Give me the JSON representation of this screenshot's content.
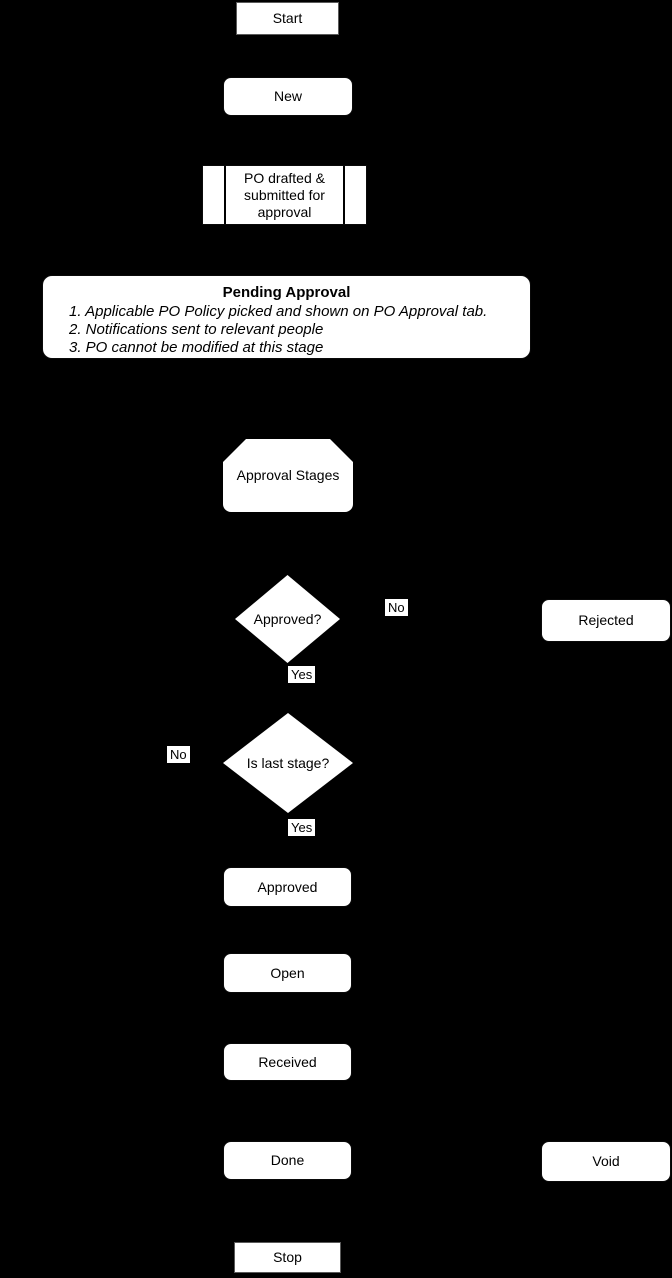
{
  "diagram": {
    "background": "#000000",
    "shape_fill": "#ffffff",
    "text_color": "#000000",
    "nodes": {
      "start": {
        "shape": "rectangle",
        "label": "Start"
      },
      "new": {
        "shape": "rounded-rectangle",
        "label": "New"
      },
      "po_drafted": {
        "shape": "process",
        "label": "PO drafted & submitted for approval"
      },
      "pending_approval": {
        "shape": "rounded-note",
        "title": "Pending Approval",
        "items": [
          "1. Applicable PO Policy picked and shown on PO Approval tab.",
          "2. Notifications sent to relevant people",
          "3. PO cannot be modified at this stage"
        ]
      },
      "approval_stages": {
        "shape": "loop-limit",
        "label": "Approval Stages"
      },
      "approved_decision": {
        "shape": "diamond",
        "label": "Approved?"
      },
      "rejected": {
        "shape": "rounded-rectangle",
        "label": "Rejected"
      },
      "last_stage_decision": {
        "shape": "diamond",
        "label": "Is last stage?"
      },
      "approved": {
        "shape": "rounded-rectangle",
        "label": "Approved"
      },
      "open": {
        "shape": "rounded-rectangle",
        "label": "Open"
      },
      "received": {
        "shape": "rounded-rectangle",
        "label": "Received"
      },
      "done": {
        "shape": "rounded-rectangle",
        "label": "Done"
      },
      "void": {
        "shape": "rounded-rectangle",
        "label": "Void"
      },
      "stop": {
        "shape": "rectangle",
        "label": "Stop"
      }
    },
    "edge_labels": {
      "approved_no": "No",
      "approved_yes": "Yes",
      "last_stage_no": "No",
      "last_stage_yes": "Yes"
    }
  }
}
